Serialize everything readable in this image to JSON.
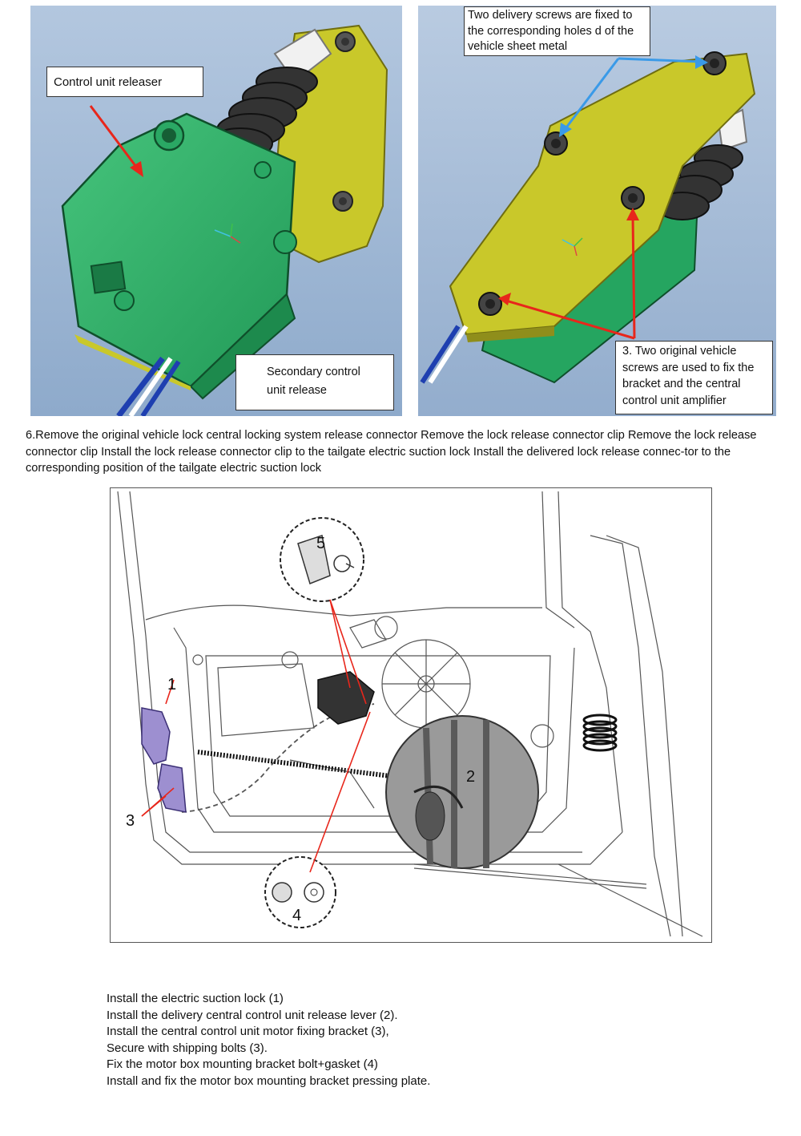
{
  "figure_left": {
    "labels": {
      "control_unit_releaser": "Control unit releaser",
      "secondary_release_line1": "Secondary control",
      "secondary_release_line2": "unit release"
    }
  },
  "figure_right": {
    "labels": {
      "delivery_screws_line1": "Two delivery screws are fixed to",
      "delivery_screws_line2": "the corresponding holes d of the",
      "delivery_screws_line3": "vehicle sheet metal",
      "original_screws_line1": "3. Two original vehicle",
      "original_screws_line2": "screws are used to fix the",
      "original_screws_line3": "bracket and the central",
      "original_screws_line4": "control unit amplifier"
    }
  },
  "step6": {
    "text": "6.Remove the original vehicle lock central locking system release connector Remove the lock release connector clip Remove the lock release connector clip Install the lock release connector clip to the tailgate electric suction lock Install the delivered lock release connec-tor to the corresponding position of the tailgate electric suction lock"
  },
  "diagram": {
    "callouts": [
      "1",
      "2",
      "3",
      "4",
      "5"
    ]
  },
  "instructions": [
    "Install the electric suction lock (1)",
    "Install the delivery central control unit release lever (2).",
    "Install the central control unit motor fixing bracket (3),",
    "Secure with shipping bolts (3).",
    "Fix the motor box mounting bracket bolt+gasket (4)",
    "Install and fix the motor box mounting bracket pressing plate."
  ],
  "colors": {
    "panel_bg": "#9fb8d6",
    "green_box": "#2db36a",
    "yellow_bracket": "#c9c82a",
    "red_arrow": "#e8261b",
    "blue_arrow": "#3a9ae8",
    "purple_lock": "#9d8fd0"
  }
}
